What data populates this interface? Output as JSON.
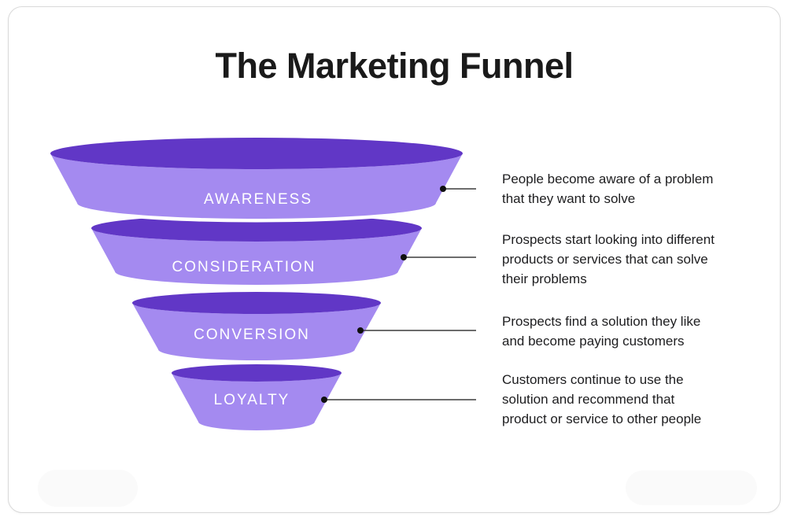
{
  "title": "The Marketing Funnel",
  "funnel": {
    "colors": {
      "band": "#A48AF0",
      "opening": "#6137C6",
      "label_text": "#FFFFFF",
      "connector": "#3B3B3B"
    },
    "stages": [
      {
        "label": "AWARENESS",
        "description_lines": [
          "People become aware of a problem",
          "that they want to solve"
        ]
      },
      {
        "label": "CONSIDERATION",
        "description_lines": [
          "Prospects start looking into different",
          "products or services that can solve",
          "their problems"
        ]
      },
      {
        "label": "CONVERSION",
        "description_lines": [
          "Prospects find a solution they like",
          "and become paying customers"
        ]
      },
      {
        "label": "LOYALTY",
        "description_lines": [
          "Customers continue to use the",
          "solution and recommend that",
          "product or service to other people"
        ]
      }
    ]
  }
}
